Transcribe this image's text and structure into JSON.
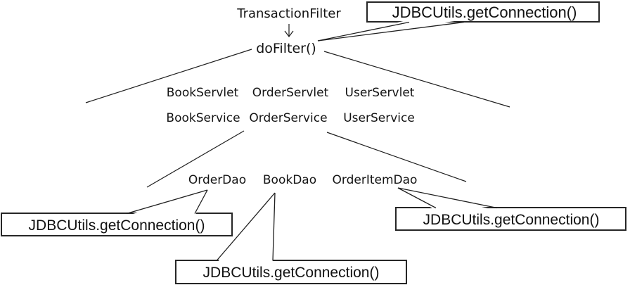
{
  "diagram": {
    "filter": {
      "class_name": "TransactionFilter",
      "method_name": "doFilter()"
    },
    "servlets": [
      "BookServlet",
      "OrderServlet",
      "UserServlet"
    ],
    "services": [
      "BookService",
      "OrderService",
      "UserService"
    ],
    "daos": [
      "OrderDao",
      "BookDao",
      "OrderItemDao"
    ],
    "callouts": {
      "top": "JDBCUtils.getConnection()",
      "left": "JDBCUtils.getConnection()",
      "bottom": "JDBCUtils.getConnection()",
      "right": "JDBCUtils.getConnection()"
    },
    "colors": {
      "stroke": "#1f1f1f",
      "text": "#111111",
      "background": "#ffffff"
    }
  }
}
